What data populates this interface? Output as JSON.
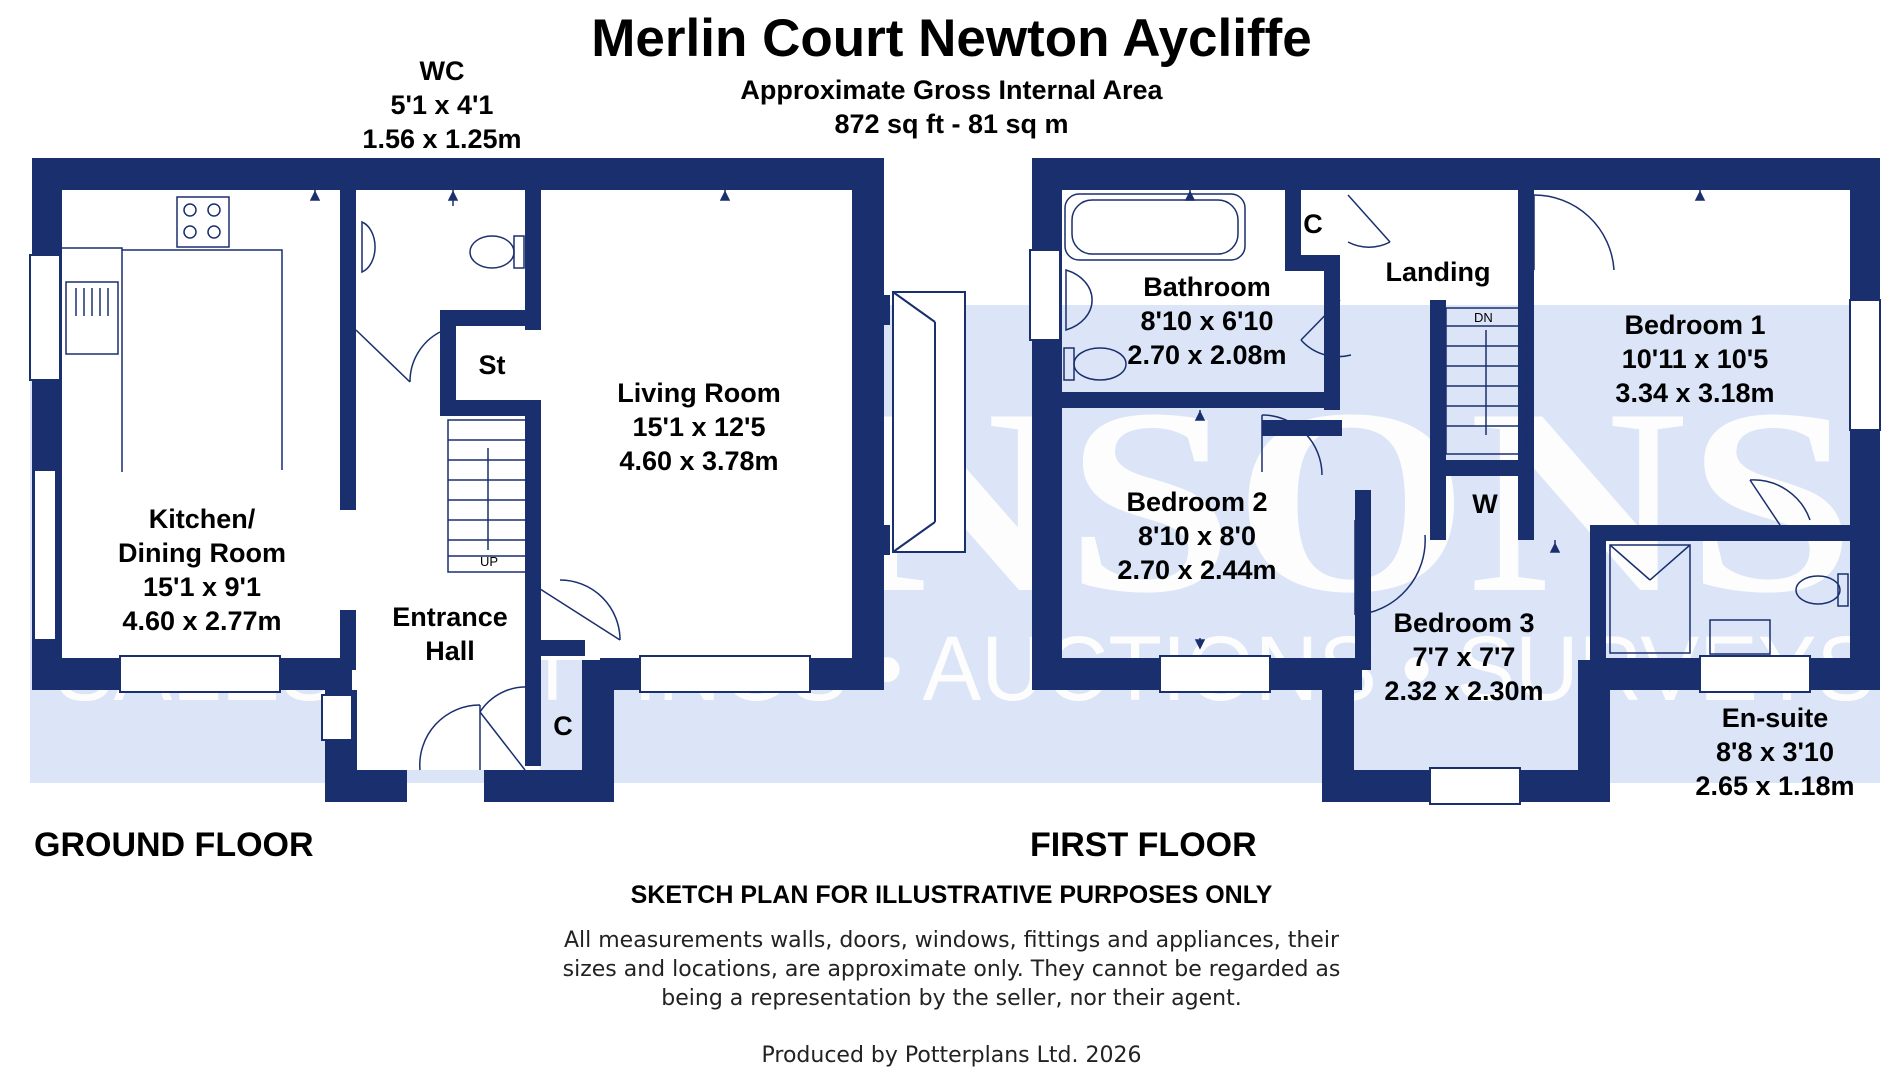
{
  "title": "Merlin Court Newton Aycliffe",
  "area": {
    "label": "Approximate Gross Internal Area",
    "value": "872 sq ft - 81 sq m"
  },
  "watermark": {
    "name": "ROBINSONS",
    "tagline": "SALES • LETTINGS • AUCTIONS • SURVEYS"
  },
  "floors": [
    {
      "label": "GROUND FLOOR"
    },
    {
      "label": "FIRST FLOOR"
    }
  ],
  "rooms": {
    "wc": {
      "name": "WC",
      "imperial": "5'1 x 4'1",
      "metric": "1.56 x 1.25m"
    },
    "kitchen": {
      "name_line1": "Kitchen/",
      "name_line2": "Dining Room",
      "imperial": "15'1 x 9'1",
      "metric": "4.60 x 2.77m"
    },
    "living": {
      "name": "Living Room",
      "imperial": "15'1 x 12'5",
      "metric": "4.60 x 3.78m"
    },
    "store": {
      "name": "St"
    },
    "hall": {
      "name_line1": "Entrance",
      "name_line2": "Hall"
    },
    "hall_cupboard": {
      "name": "C"
    },
    "bathroom": {
      "name": "Bathroom",
      "imperial": "8'10 x 6'10",
      "metric": "2.70 x 2.08m"
    },
    "landing_cupboard": {
      "name": "C"
    },
    "landing": {
      "name": "Landing"
    },
    "bedroom1": {
      "name": "Bedroom 1",
      "imperial": "10'11 x 10'5",
      "metric": "3.34 x 3.18m"
    },
    "bedroom2": {
      "name": "Bedroom 2",
      "imperial": "8'10 x 8'0",
      "metric": "2.70 x 2.44m"
    },
    "wardrobe": {
      "name": "W"
    },
    "bedroom3": {
      "name": "Bedroom 3",
      "imperial": "7'7 x 7'7",
      "metric": "2.32 x 2.30m"
    },
    "ensuite": {
      "name": "En-suite",
      "imperial": "8'8 x 3'10",
      "metric": "2.65 x 1.18m"
    }
  },
  "stairs": {
    "up": "UP",
    "down": "DN"
  },
  "disclaimer": {
    "heading": "SKETCH PLAN FOR ILLUSTRATIVE PURPOSES ONLY",
    "line1": "All measurements walls, doors, windows, fittings and appliances, their",
    "line2": "sizes and locations, are approximate only. They cannot be regarded as",
    "line3": "being a representation by the seller, nor their agent.",
    "credit": "Produced by Potterplans Ltd. 2026"
  },
  "colors": {
    "wall": "#1a2f6e",
    "band": "#dbe5f7",
    "watermark": "#ffffff",
    "text": "#000000"
  }
}
